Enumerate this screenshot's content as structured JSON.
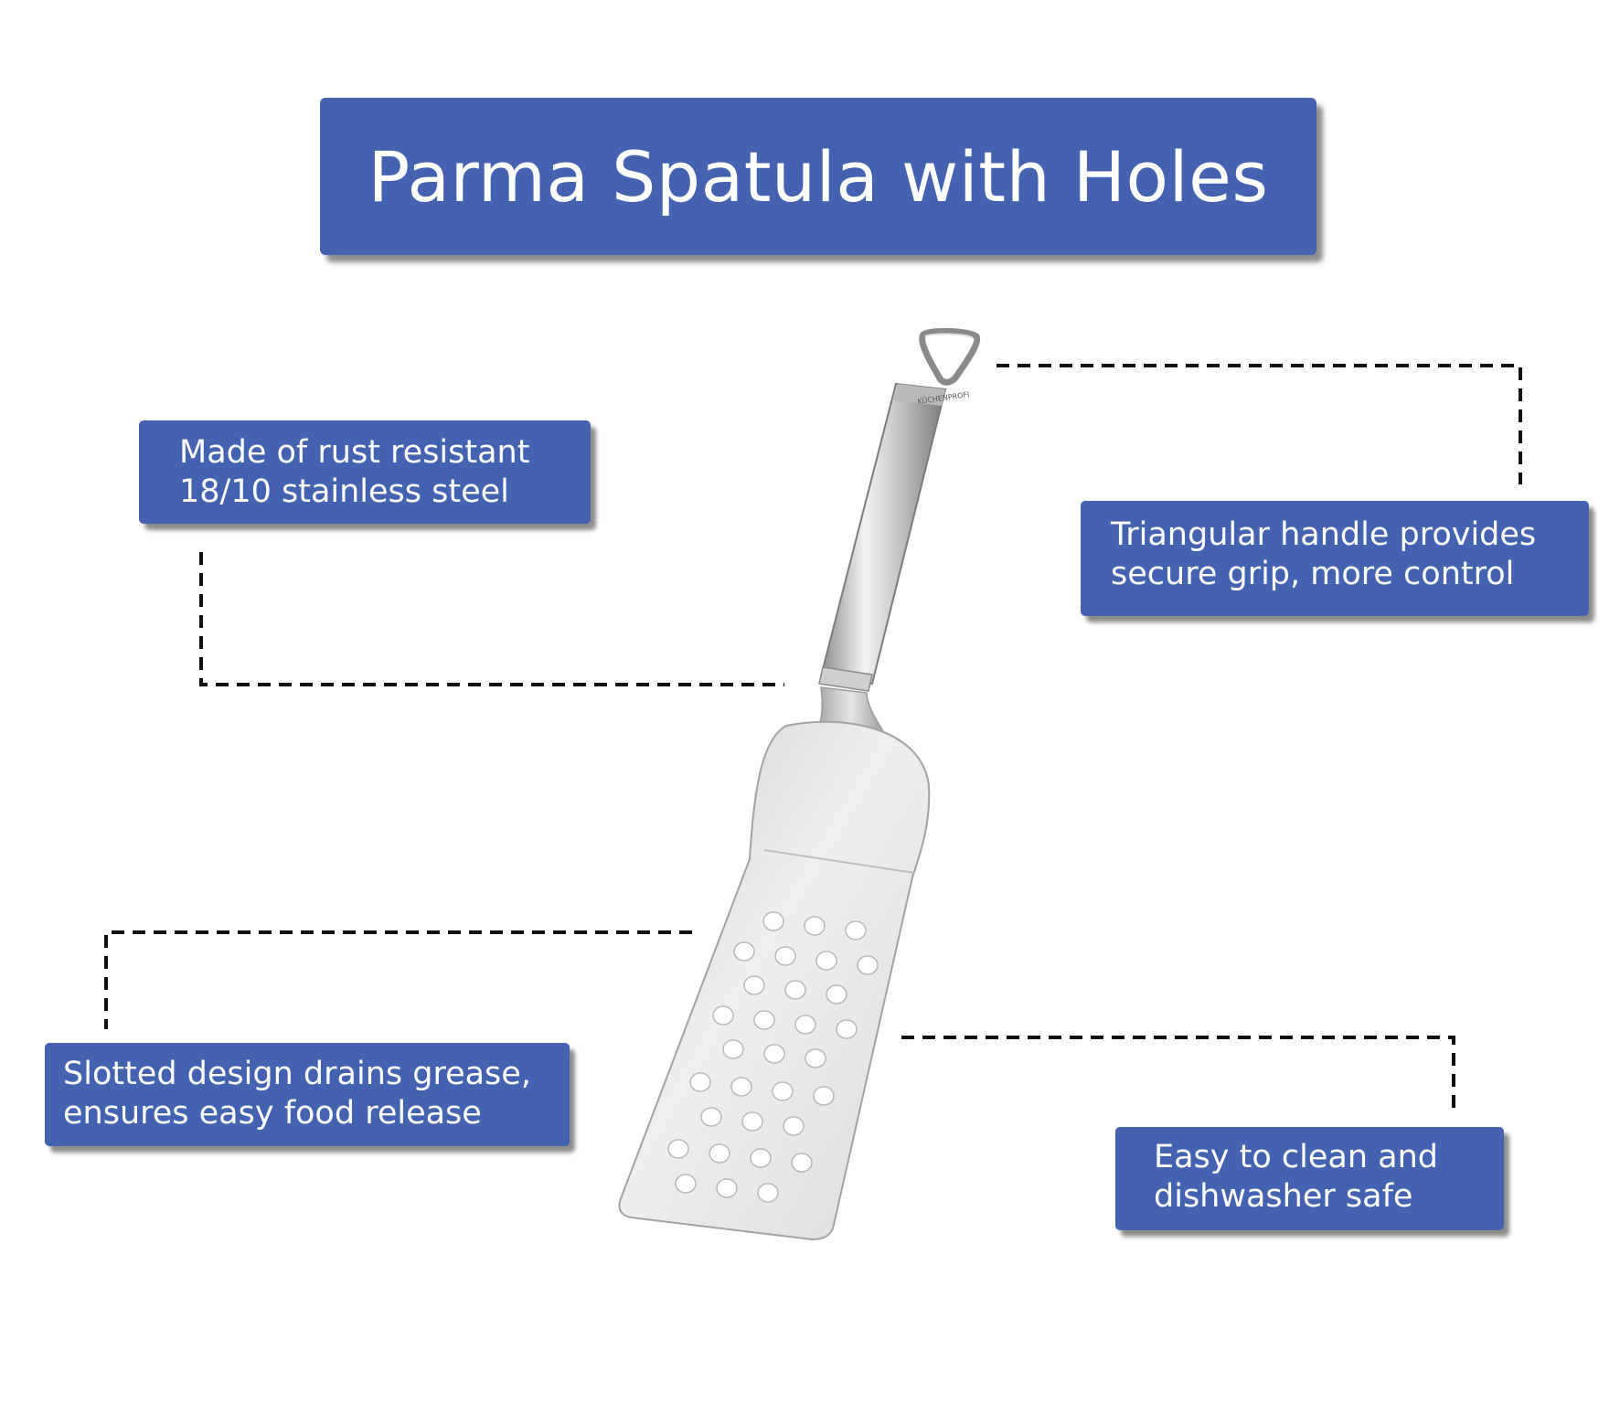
{
  "title": "Parma Spatula with Holes",
  "callouts": {
    "steel": {
      "line1": "Made of rust resistant",
      "line2": "18/10 stainless steel"
    },
    "handle": {
      "line1": "Triangular handle provides",
      "line2": "secure grip, more control"
    },
    "slotted": {
      "line1": "Slotted design drains grease,",
      "line2": "ensures easy food release"
    },
    "clean": {
      "line1": "Easy to clean and",
      "line2": "dishwasher safe"
    }
  },
  "colors": {
    "box_fill": "#4462af",
    "box_text": "#ffffff",
    "connector": "#111111",
    "steel_light": "#e8e8e8",
    "steel_dark": "#9a9a9a"
  },
  "icons": {
    "product": "slotted-spatula-image"
  }
}
